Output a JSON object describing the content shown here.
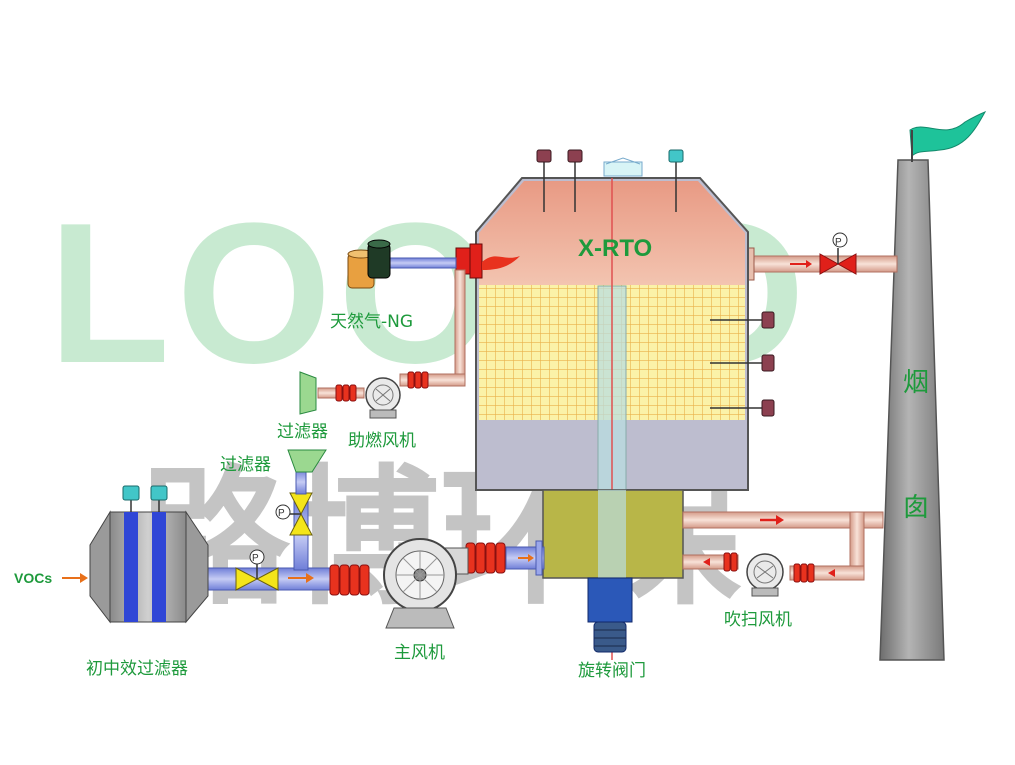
{
  "watermark": {
    "latin": "LOOBO",
    "chinese": "路博环保"
  },
  "labels": {
    "reactor": "X-RTO",
    "natural_gas": "天然气-NG",
    "filter_upper": "过滤器",
    "filter_lower": "过滤器",
    "burner_fan": "助燃风机",
    "vocs_inlet": "VOCs",
    "primary_filter": "初中效过滤器",
    "main_fan": "主风机",
    "rotary_valve": "旋转阀门",
    "purge_fan": "吹扫风机",
    "chimney_char1": "烟",
    "chimney_char2": "囱",
    "pressure_symbol": "P"
  },
  "colors": {
    "label_green": "#1e9a3c",
    "watermark_green": "#9ad8ab",
    "watermark_gray": "#8a8a8a",
    "reactor_top": "#e8a48a",
    "media_yellow": "#fbf2a8",
    "media_grid": "#e9b14a",
    "reactor_bottom": "#bdbdcf",
    "valve_box": "#b8b648",
    "bellows": "#e8321e",
    "valve_yellow": "#f4e51a",
    "valve_red": "#e0201a",
    "pipe": "#e8bfae",
    "duct_blue": "#9aa6ea",
    "filter_blue": "#2f46d6",
    "motor_blue": "#2b58b8",
    "chimney": "#8c8c8c",
    "flag": "#1ec39a",
    "gas_tank_orange": "#e8a040",
    "gas_tank_dark": "#1f3a26"
  }
}
